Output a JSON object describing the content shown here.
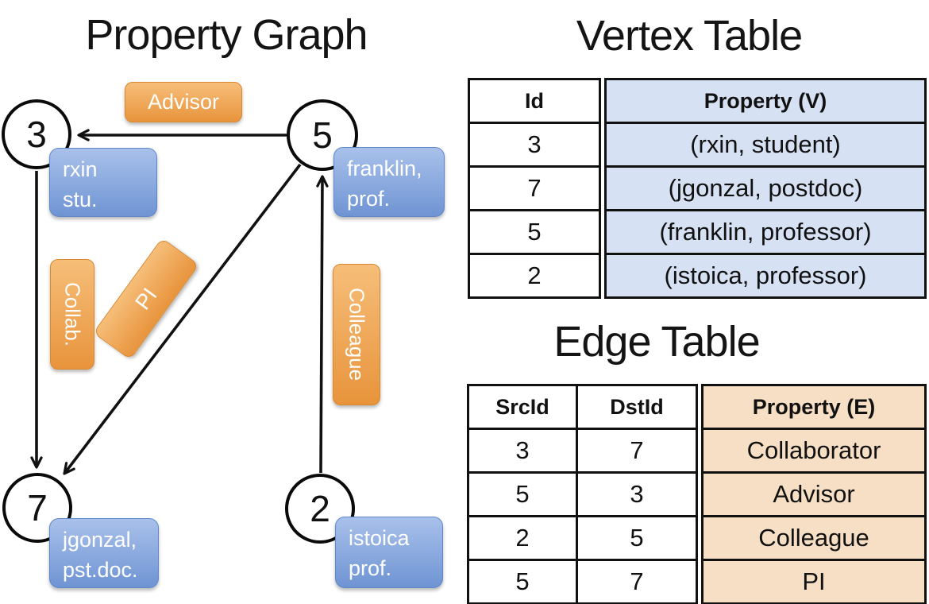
{
  "titles": {
    "graph": "Property Graph",
    "vertex": "Vertex Table",
    "edge": "Edge Table"
  },
  "graph": {
    "nodes": [
      {
        "id": "3",
        "prop": [
          "rxin",
          "stu."
        ]
      },
      {
        "id": "5",
        "prop": [
          "franklin,",
          "prof."
        ]
      },
      {
        "id": "7",
        "prop": [
          "jgonzal,",
          "pst.doc."
        ]
      },
      {
        "id": "2",
        "prop": [
          "istoica",
          "prof."
        ]
      }
    ],
    "edges": [
      {
        "label": "Advisor",
        "from": "5",
        "to": "3"
      },
      {
        "label": "Collab.",
        "from": "3",
        "to": "7"
      },
      {
        "label": "PI",
        "from": "5",
        "to": "7"
      },
      {
        "label": "Colleague",
        "from": "2",
        "to": "5"
      }
    ]
  },
  "vertex_table": {
    "headers": {
      "id": "Id",
      "property": "Property (V)"
    },
    "rows": [
      {
        "id": "3",
        "property": "(rxin, student)"
      },
      {
        "id": "7",
        "property": "(jgonzal, postdoc)"
      },
      {
        "id": "5",
        "property": "(franklin, professor)"
      },
      {
        "id": "2",
        "property": "(istoica, professor)"
      }
    ]
  },
  "edge_table": {
    "headers": {
      "src": "SrcId",
      "dst": "DstId",
      "property": "Property (E)"
    },
    "rows": [
      {
        "src": "3",
        "dst": "7",
        "property": "Collaborator"
      },
      {
        "src": "5",
        "dst": "3",
        "property": "Advisor"
      },
      {
        "src": "2",
        "dst": "5",
        "property": "Colleague"
      },
      {
        "src": "5",
        "dst": "7",
        "property": "PI"
      }
    ]
  },
  "colors": {
    "orange_top": "#F6BE79",
    "orange_bottom": "#E8943C",
    "blue_top": "#A9C1EB",
    "blue_bottom": "#6F94D3",
    "vertex_cell_bg": "#D6E1F3",
    "edge_cell_bg": "#F6DFC4",
    "line": "#111111"
  }
}
